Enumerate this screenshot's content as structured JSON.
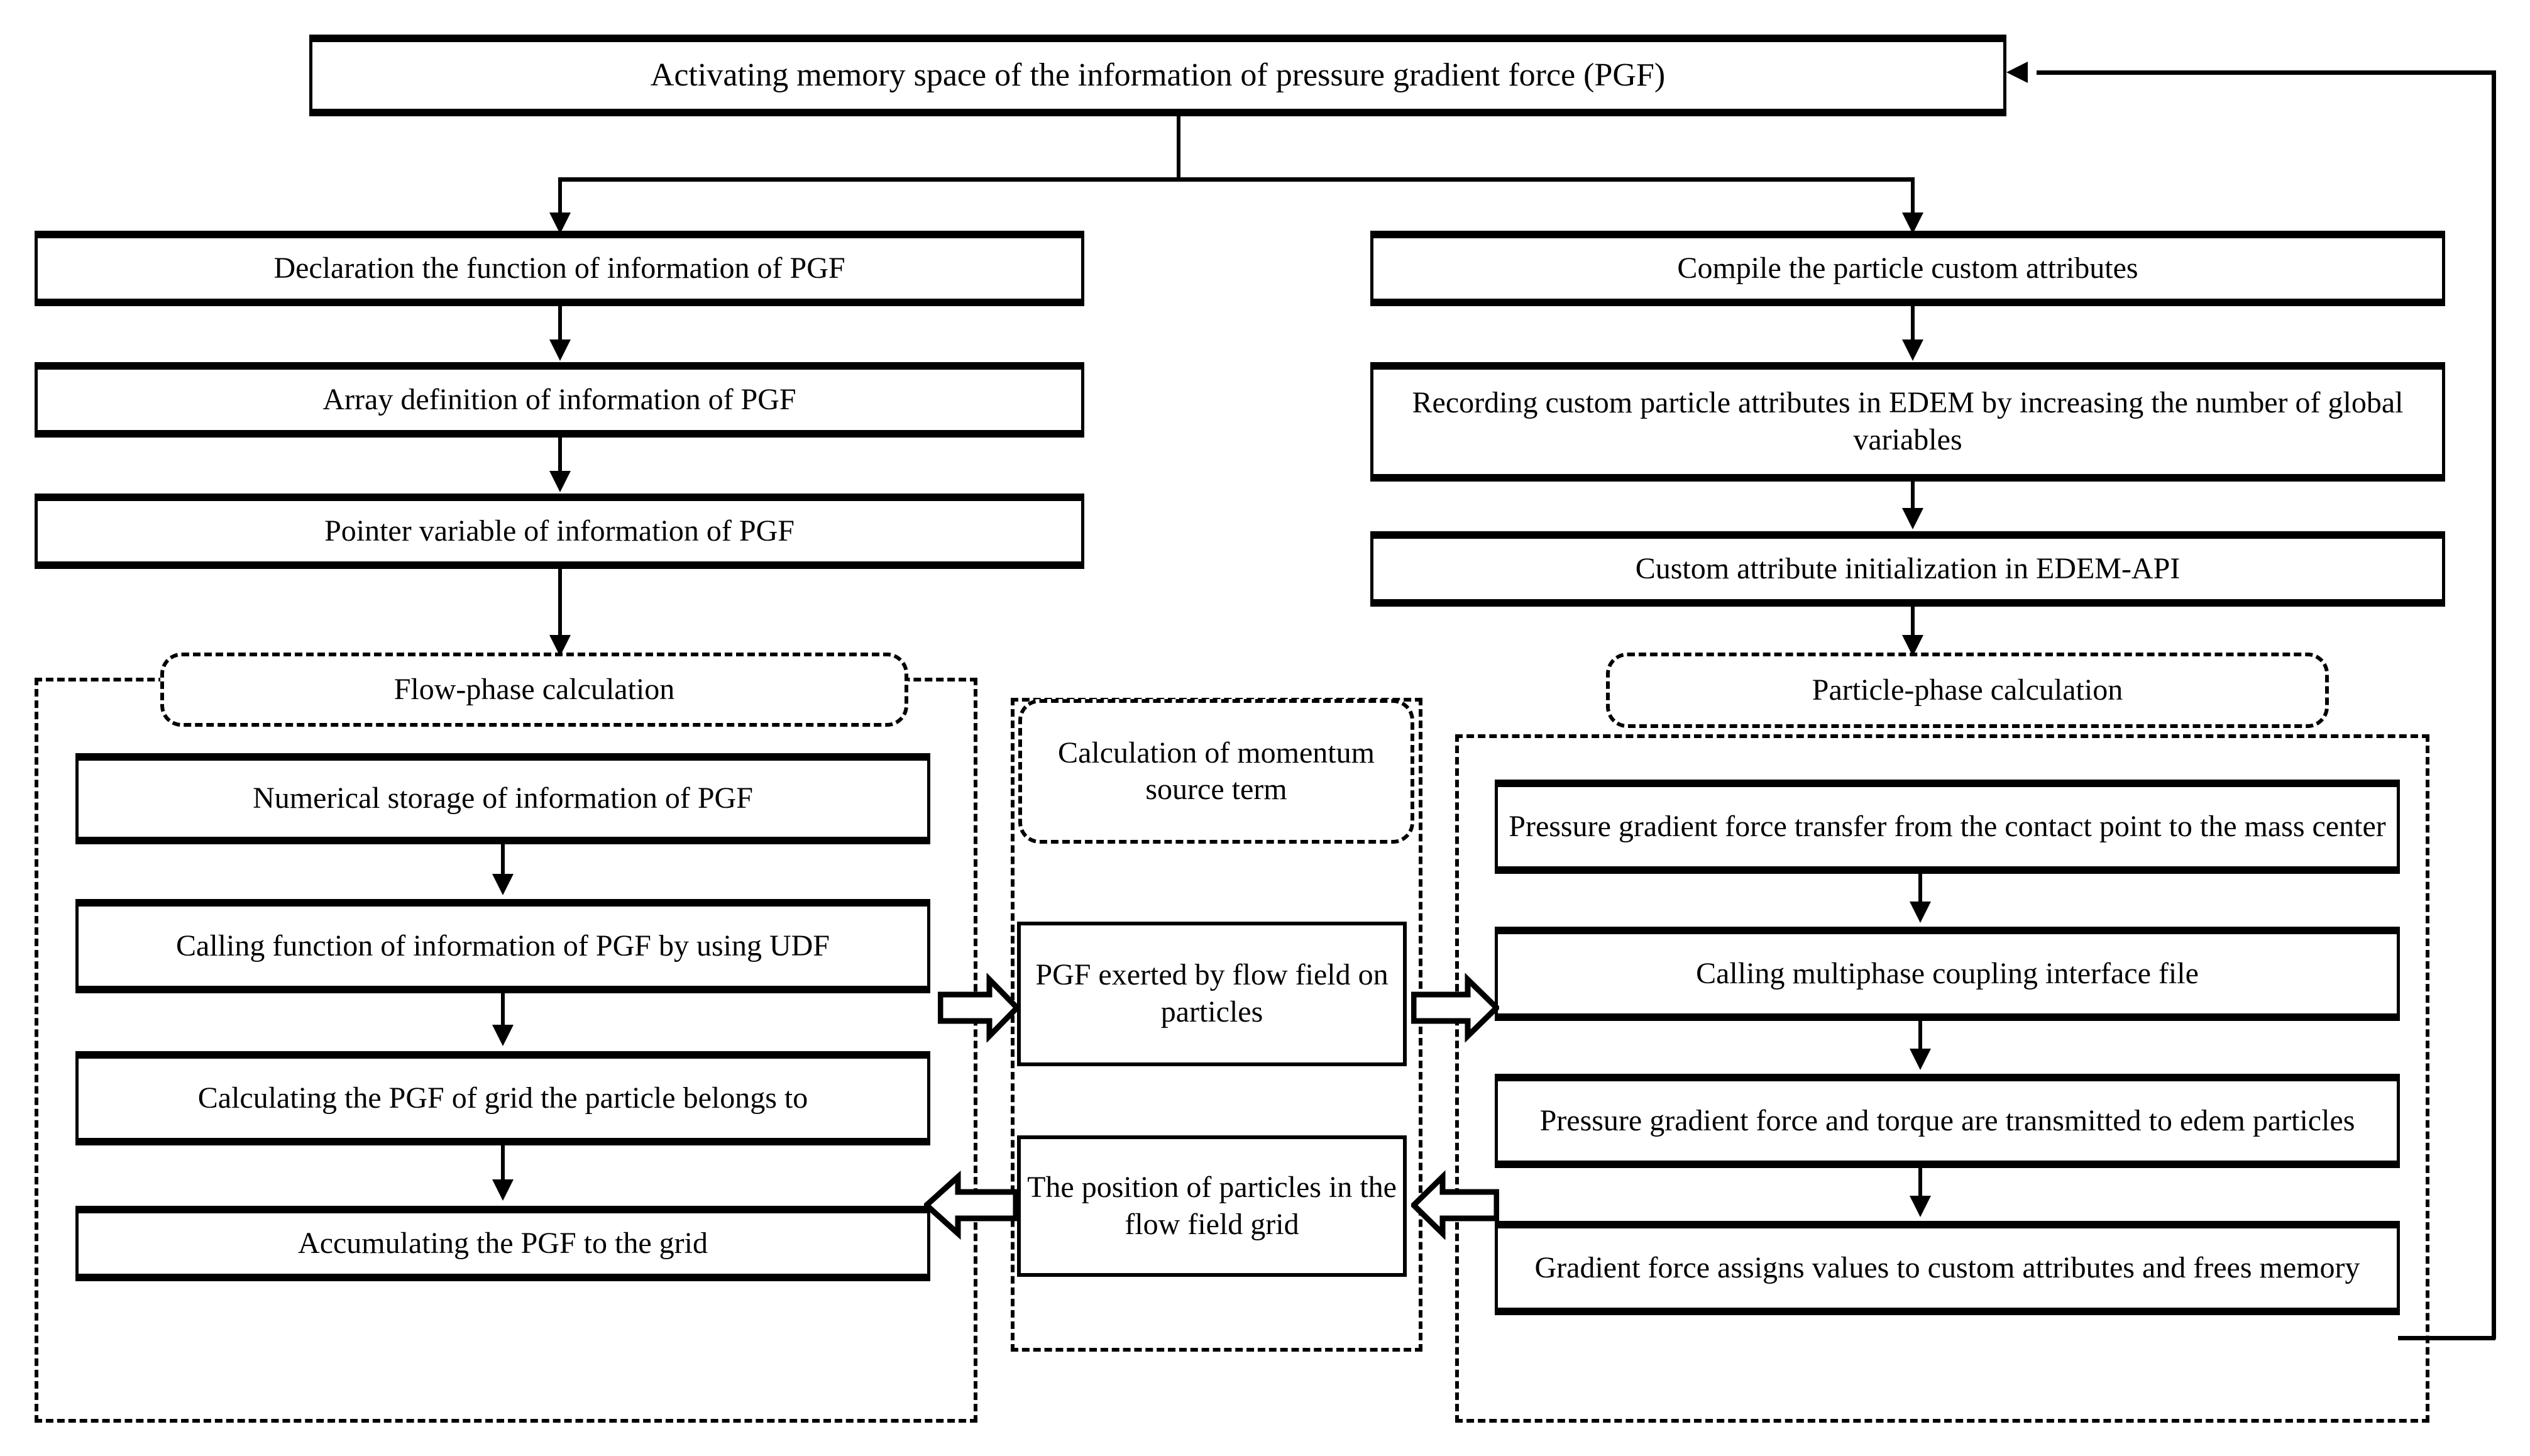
{
  "diagram": {
    "title_box": {
      "label": "Activating memory space of the information of pressure gradient force (PGF)"
    },
    "left_column": [
      {
        "label": "Declaration the function of information of PGF"
      },
      {
        "label": "Array definition of information of PGF"
      },
      {
        "label": "Pointer variable of information of PGF"
      }
    ],
    "right_column": [
      {
        "label": "Compile the particle custom attributes"
      },
      {
        "label": "Recording custom particle attributes in EDEM by increasing the number of global variables"
      },
      {
        "label": "Custom attribute initialization in EDEM-API"
      }
    ],
    "groups": {
      "flow_phase": {
        "header": "Flow-phase calculation",
        "nodes": [
          {
            "label": "Numerical storage of information of PGF"
          },
          {
            "label": "Calling function of information of PGF by using UDF"
          },
          {
            "label": "Calculating the PGF of grid the particle belongs to"
          },
          {
            "label": "Accumulating the PGF to the grid"
          }
        ]
      },
      "momentum_source": {
        "header": "Calculation of momentum source term",
        "nodes": [
          {
            "label": "PGF exerted by flow field on particles"
          },
          {
            "label": "The position of particles in the flow field grid"
          }
        ]
      },
      "particle_phase": {
        "header": "Particle-phase calculation",
        "nodes": [
          {
            "label": "Pressure gradient force transfer from the contact point to the mass center"
          },
          {
            "label": "Calling multiphase coupling interface file"
          },
          {
            "label": "Pressure gradient force and torque are transmitted to edem particles"
          },
          {
            "label": "Gradient force assigns values to custom attributes and frees memory"
          }
        ]
      }
    },
    "connectors": {
      "arrow_down_icon": "arrow-down-icon",
      "arrow_left_icon": "arrow-left-icon",
      "block_arrow_right_icon": "block-arrow-right-icon",
      "block_arrow_left_icon": "block-arrow-left-icon",
      "feedback_loop_icon": "feedback-loop-icon"
    },
    "colors": {
      "stroke": "#000000",
      "background": "#ffffff"
    }
  }
}
